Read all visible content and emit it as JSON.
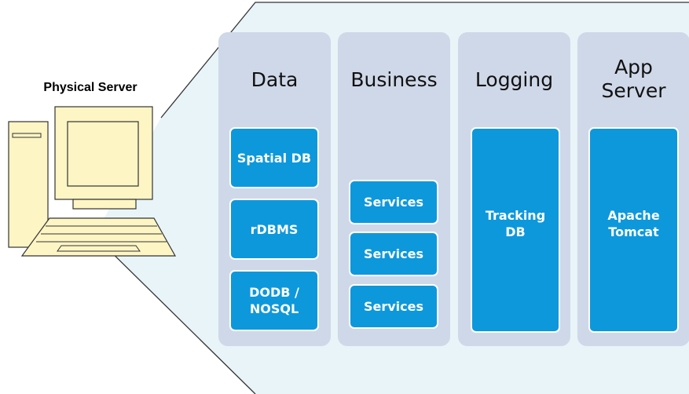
{
  "server": {
    "label": "Physical Server"
  },
  "columns": [
    {
      "title": "Data",
      "items": [
        "Spatial DB",
        "rDBMS",
        "DODB /\nNOSQL"
      ]
    },
    {
      "title": "Business",
      "items": [
        "Services",
        "Services",
        "Services"
      ]
    },
    {
      "title": "Logging",
      "items": [
        "Tracking\nDB"
      ]
    },
    {
      "title": "App\nServer",
      "items": [
        "Apache\nTomcat"
      ]
    }
  ],
  "colors": {
    "callout": "#e8f4f8",
    "column": "#cfd8e8",
    "box": "#0d98dc",
    "computer": "#fdf5c4"
  },
  "icons": [
    "computer-icon"
  ]
}
